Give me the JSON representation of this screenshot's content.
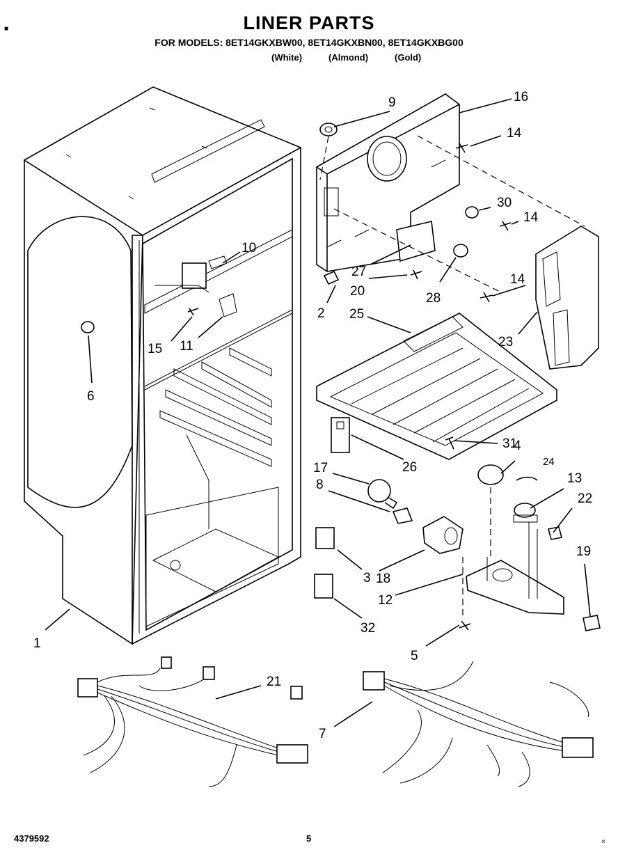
{
  "header": {
    "title": "LINER PARTS",
    "models": "FOR MODELS: 8ET14GKXBW00, 8ET14GKXBN00, 8ET14GKXBG00",
    "finishes": [
      "(White)",
      "(Almond)",
      "(Gold)"
    ]
  },
  "callouts": {
    "c1": "1",
    "c2": "2",
    "c3": "3",
    "c4": "4",
    "c5": "5",
    "c6": "6",
    "c7": "7",
    "c8": "8",
    "c9": "9",
    "c10": "10",
    "c11": "11",
    "c12": "12",
    "c13": "13",
    "c14a": "14",
    "c14b": "14",
    "c14c": "14",
    "c15": "15",
    "c16": "16",
    "c17": "17",
    "c18": "18",
    "c19": "19",
    "c20": "20",
    "c21": "21",
    "c22": "22",
    "c23": "23",
    "c24": "24",
    "c25": "25",
    "c26": "26",
    "c27": "27",
    "c28": "28",
    "c30": "30",
    "c31": "31",
    "c32": "32"
  },
  "footer": {
    "doc_number": "4379592",
    "page_number": "5"
  }
}
